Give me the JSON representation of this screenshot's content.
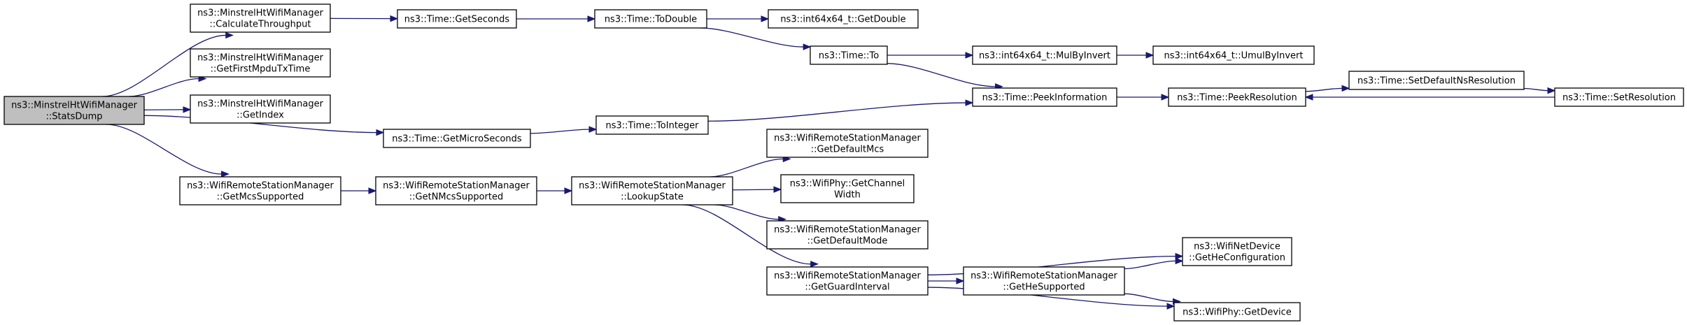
{
  "nodes": [
    {
      "id": "statsdump",
      "lines": [
        "ns3::MinstrelHtWifiManager",
        "::StatsDump"
      ],
      "root": true
    },
    {
      "id": "calcthroughput",
      "lines": [
        "ns3::MinstrelHtWifiManager",
        "::CalculateThroughput"
      ]
    },
    {
      "id": "getfirstmpdu",
      "lines": [
        "ns3::MinstrelHtWifiManager",
        "::GetFirstMpduTxTime"
      ]
    },
    {
      "id": "getindex",
      "lines": [
        "ns3::MinstrelHtWifiManager",
        "::GetIndex"
      ]
    },
    {
      "id": "getmicroseconds",
      "lines": [
        "ns3::Time::GetMicroSeconds"
      ]
    },
    {
      "id": "getmcssupported",
      "lines": [
        "ns3::WifiRemoteStationManager",
        "::GetMcsSupported"
      ]
    },
    {
      "id": "getseconds",
      "lines": [
        "ns3::Time::GetSeconds"
      ]
    },
    {
      "id": "todouble",
      "lines": [
        "ns3::Time::ToDouble"
      ]
    },
    {
      "id": "getdouble",
      "lines": [
        "ns3::int64x64_t::GetDouble"
      ]
    },
    {
      "id": "to",
      "lines": [
        "ns3::Time::To"
      ]
    },
    {
      "id": "mulbyinvert",
      "lines": [
        "ns3::int64x64_t::MulByInvert"
      ]
    },
    {
      "id": "umulbyinvert",
      "lines": [
        "ns3::int64x64_t::UmulByInvert"
      ]
    },
    {
      "id": "peekinformation",
      "lines": [
        "ns3::Time::PeekInformation"
      ]
    },
    {
      "id": "peekresolution",
      "lines": [
        "ns3::Time::PeekResolution"
      ]
    },
    {
      "id": "setdefaultns",
      "lines": [
        "ns3::Time::SetDefaultNsResolution"
      ]
    },
    {
      "id": "setresolution",
      "lines": [
        "ns3::Time::SetResolution"
      ]
    },
    {
      "id": "tointeger",
      "lines": [
        "ns3::Time::ToInteger"
      ]
    },
    {
      "id": "getnmcssupported",
      "lines": [
        "ns3::WifiRemoteStationManager",
        "::GetNMcsSupported"
      ]
    },
    {
      "id": "lookupstate",
      "lines": [
        "ns3::WifiRemoteStationManager",
        "::LookupState"
      ]
    },
    {
      "id": "getdefaultmcs",
      "lines": [
        "ns3::WifiRemoteStationManager",
        "::GetDefaultMcs"
      ]
    },
    {
      "id": "getchannelwidth",
      "lines": [
        "ns3::WifiPhy::GetChannel",
        "Width"
      ]
    },
    {
      "id": "getdefaultmode",
      "lines": [
        "ns3::WifiRemoteStationManager",
        "::GetDefaultMode"
      ]
    },
    {
      "id": "getguardinterval",
      "lines": [
        "ns3::WifiRemoteStationManager",
        "::GetGuardInterval"
      ]
    },
    {
      "id": "gethesupported",
      "lines": [
        "ns3::WifiRemoteStationManager",
        "::GetHeSupported"
      ]
    },
    {
      "id": "getheconfiguration",
      "lines": [
        "ns3::WifiNetDevice",
        "::GetHeConfiguration"
      ]
    },
    {
      "id": "getdevice",
      "lines": [
        "ns3::WifiPhy::GetDevice"
      ]
    }
  ],
  "edges": [
    {
      "from": "statsdump",
      "to": "calcthroughput"
    },
    {
      "from": "statsdump",
      "to": "getfirstmpdu"
    },
    {
      "from": "statsdump",
      "to": "getindex"
    },
    {
      "from": "statsdump",
      "to": "getmicroseconds"
    },
    {
      "from": "statsdump",
      "to": "getmcssupported"
    },
    {
      "from": "calcthroughput",
      "to": "getseconds"
    },
    {
      "from": "getseconds",
      "to": "todouble"
    },
    {
      "from": "todouble",
      "to": "getdouble"
    },
    {
      "from": "todouble",
      "to": "to"
    },
    {
      "from": "to",
      "to": "mulbyinvert"
    },
    {
      "from": "to",
      "to": "peekinformation"
    },
    {
      "from": "mulbyinvert",
      "to": "umulbyinvert"
    },
    {
      "from": "peekinformation",
      "to": "peekresolution"
    },
    {
      "from": "peekresolution",
      "to": "setdefaultns"
    },
    {
      "from": "setdefaultns",
      "to": "setresolution"
    },
    {
      "from": "setresolution",
      "to": "peekresolution"
    },
    {
      "from": "getmicroseconds",
      "to": "tointeger"
    },
    {
      "from": "tointeger",
      "to": "peekinformation"
    },
    {
      "from": "getmcssupported",
      "to": "getnmcssupported"
    },
    {
      "from": "getnmcssupported",
      "to": "lookupstate"
    },
    {
      "from": "lookupstate",
      "to": "getdefaultmcs"
    },
    {
      "from": "lookupstate",
      "to": "getchannelwidth"
    },
    {
      "from": "lookupstate",
      "to": "getdefaultmode"
    },
    {
      "from": "lookupstate",
      "to": "getguardinterval"
    },
    {
      "from": "getguardinterval",
      "to": "getheconfiguration"
    },
    {
      "from": "getguardinterval",
      "to": "gethesupported"
    },
    {
      "from": "getguardinterval",
      "to": "getdevice"
    },
    {
      "from": "gethesupported",
      "to": "getheconfiguration"
    },
    {
      "from": "gethesupported",
      "to": "getdevice"
    }
  ],
  "colors": {
    "edge": "#191970",
    "root_fill": "#bfbfbf",
    "node_fill": "#ffffff",
    "node_border": "#000000"
  }
}
